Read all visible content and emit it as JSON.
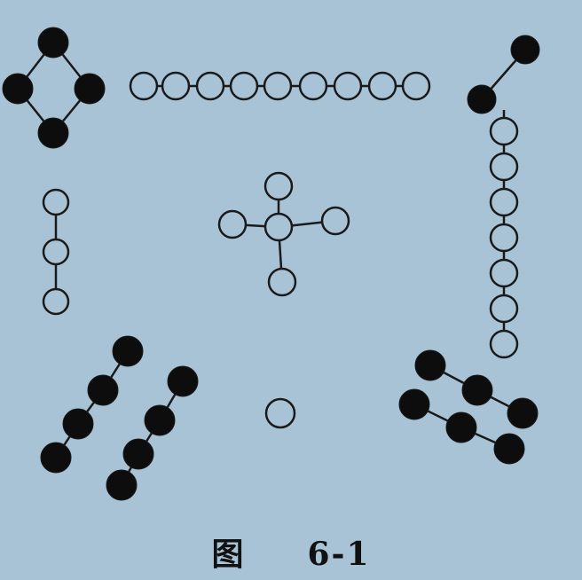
{
  "caption": {
    "figure_word": "图",
    "figure_number": "6-1"
  },
  "colors": {
    "background": "#a9c3d6",
    "filled_bead": "#0d0d0d",
    "open_bead_fill": "#a9c3d6",
    "line": "#1a1a1a"
  },
  "groups": [
    {
      "name": "diamond-filled-4",
      "kind": "filled"
    },
    {
      "name": "horizontal-chain-open-9",
      "kind": "open"
    },
    {
      "name": "corner-chain-filled-2",
      "kind": "filled"
    },
    {
      "name": "vertical-chain-open-7",
      "kind": "open"
    },
    {
      "name": "vertical-chain-open-3",
      "kind": "open"
    },
    {
      "name": "cross-open-5",
      "kind": "open"
    },
    {
      "name": "diagonal-chain-filled-4",
      "kind": "filled"
    },
    {
      "name": "diagonal-chain-filled-4b",
      "kind": "filled"
    },
    {
      "name": "single-open-1",
      "kind": "open"
    },
    {
      "name": "pair-chains-filled-6",
      "kind": "filled"
    }
  ]
}
